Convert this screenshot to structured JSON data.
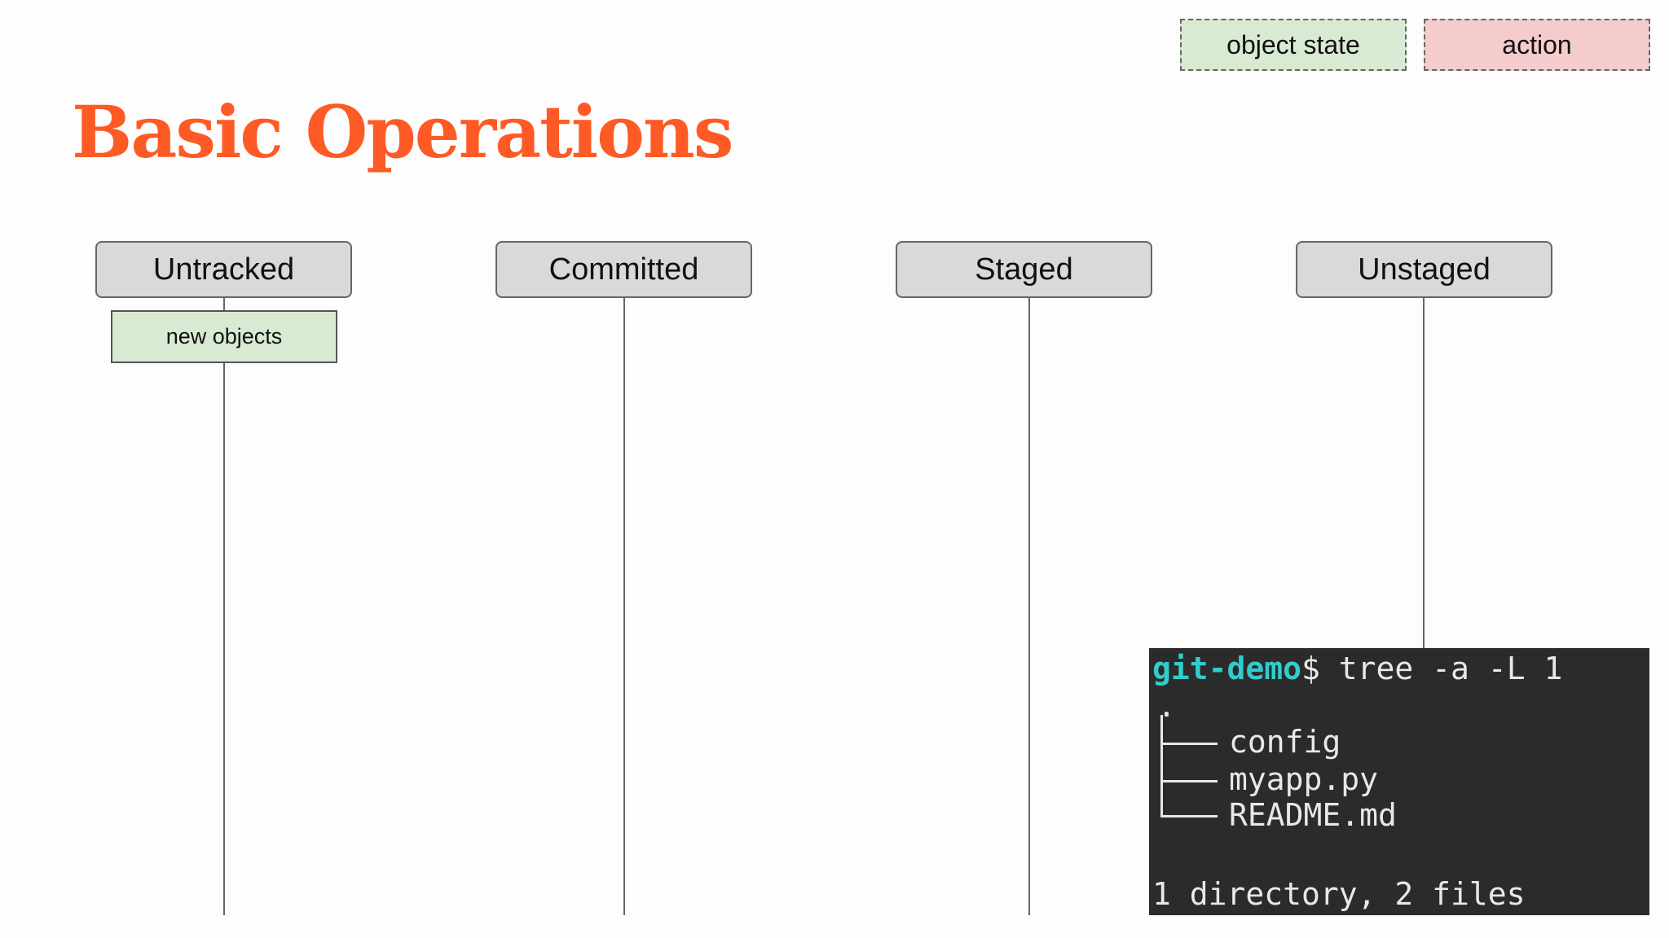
{
  "legend": {
    "object_state": "object state",
    "action": "action"
  },
  "title": "Basic Operations",
  "lanes": [
    {
      "label": "Untracked"
    },
    {
      "label": "Committed"
    },
    {
      "label": "Staged"
    },
    {
      "label": "Unstaged"
    }
  ],
  "states": [
    {
      "label": "new objects"
    }
  ],
  "terminal": {
    "prompt": "git-demo",
    "command": "$ tree -a -L 1",
    "root": ".",
    "entries": [
      "config",
      "myapp.py",
      "README.md"
    ],
    "summary": "1 directory, 2 files"
  },
  "colors": {
    "title": "#fe5a25",
    "state_fill": "#d9ead3",
    "action_fill": "#f4cccc",
    "lane_header_fill": "#d9d9db",
    "terminal_bg": "#2b2b2b",
    "prompt": "#33cccc"
  }
}
